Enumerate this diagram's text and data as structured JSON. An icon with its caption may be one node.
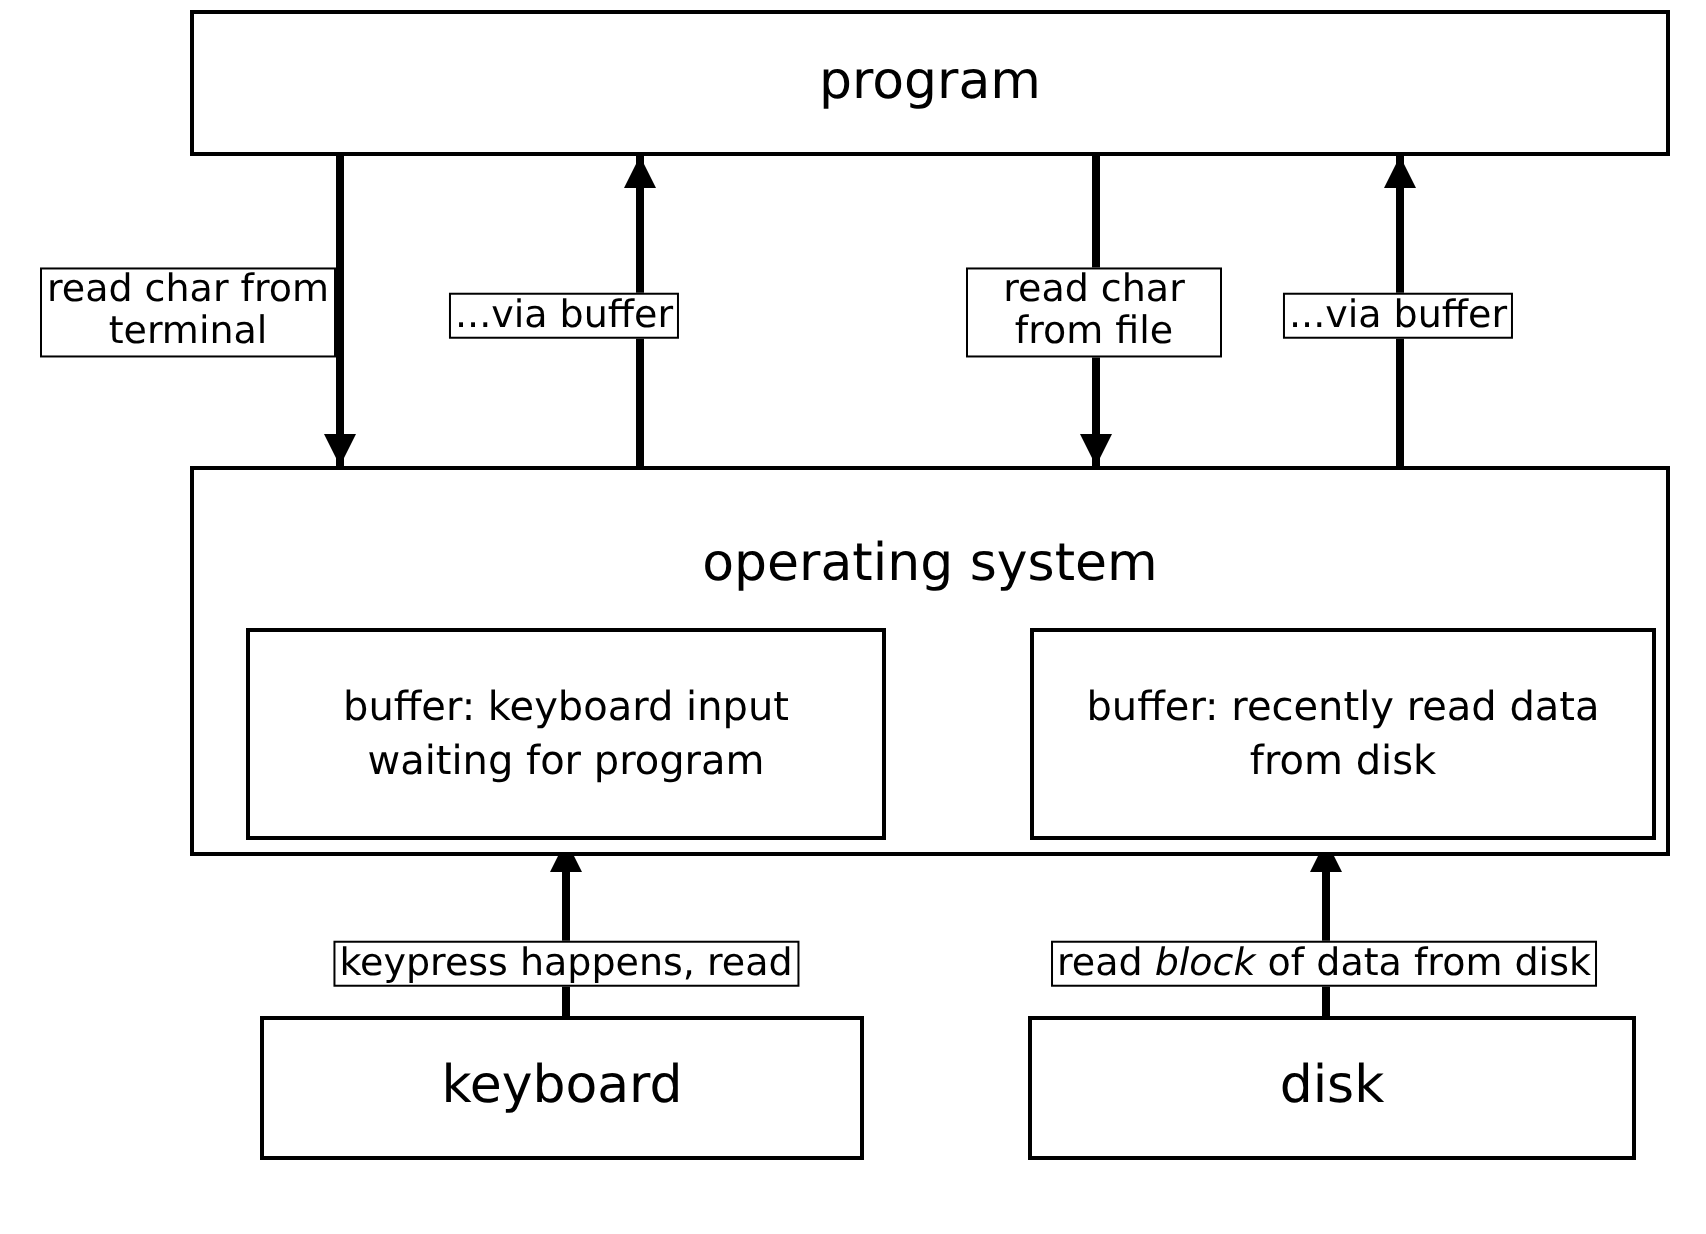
{
  "diagram": {
    "nodes": [
      {
        "text": [
          "program"
        ]
      },
      {
        "text": [
          "operating system"
        ]
      },
      {
        "text": [
          "buffer: keyboard input waiting for program"
        ],
        "in": 1
      },
      {
        "text": [
          "buffer: recently read data from disk"
        ],
        "in": 1
      },
      {
        "text": [
          "keyboard"
        ]
      },
      {
        "text": [
          "disk"
        ]
      }
    ],
    "edges": [
      {
        "from": 0,
        "to": 1,
        "arrow": "to",
        "label": "read char from terminal"
      },
      {
        "from": 1,
        "to": 0,
        "arrow": "to",
        "label": "...via buffer"
      },
      {
        "from": 0,
        "to": 1,
        "arrow": "to",
        "label": "read char from file"
      },
      {
        "from": 1,
        "to": 0,
        "arrow": "to",
        "label": "...via buffer"
      },
      {
        "from": 4,
        "to": 2,
        "arrow": "to",
        "label": "keypress happens, read"
      },
      {
        "from": 5,
        "to": 3,
        "arrow": "to",
        "label": "read *block* of data from disk"
      }
    ]
  }
}
